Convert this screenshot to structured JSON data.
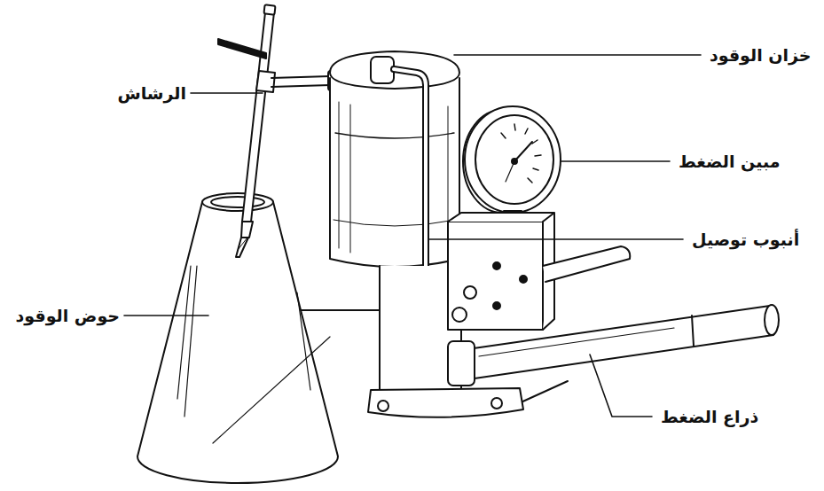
{
  "diagram": {
    "labels": [
      "خزان الوقود",
      "الرشاش",
      "مبين الضغط",
      "أنبوب توصيل",
      "حوض الوقود",
      "ذراع الضغط"
    ]
  }
}
